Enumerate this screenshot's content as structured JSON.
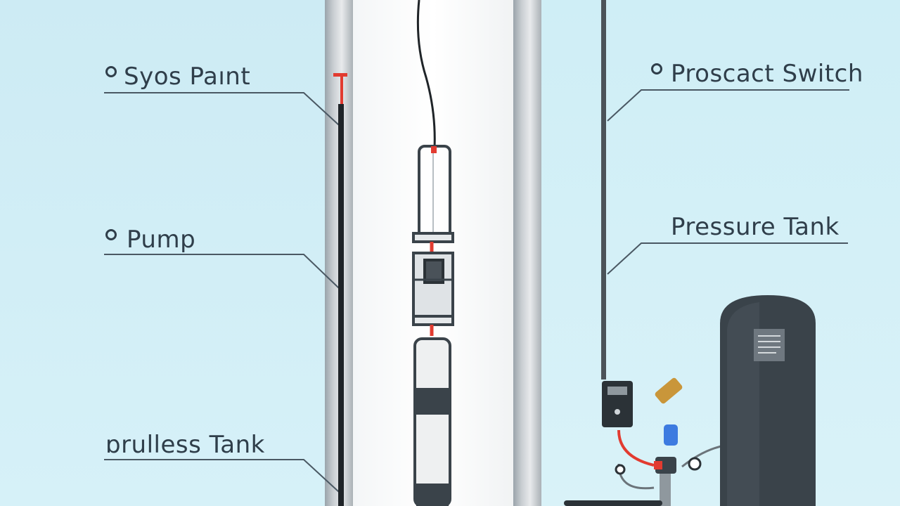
{
  "labels": {
    "left_top": "Syos Paınt",
    "left_mid": "Pump",
    "left_bottom": "ɒrulless Tank",
    "right_top": "Proscact Switch",
    "right_mid": "Pressure Tank"
  },
  "colors": {
    "background": "#cfeef6",
    "label_text": "#2f3e4a",
    "tank": "#3a434a",
    "accent_red": "#e23b30",
    "accent_blue": "#3d7be0",
    "accent_gold": "#c9963a"
  },
  "icons": [
    "pump-icon",
    "pressure-tank-icon",
    "pressure-switch-icon",
    "valve-icon",
    "gauge-icon"
  ]
}
